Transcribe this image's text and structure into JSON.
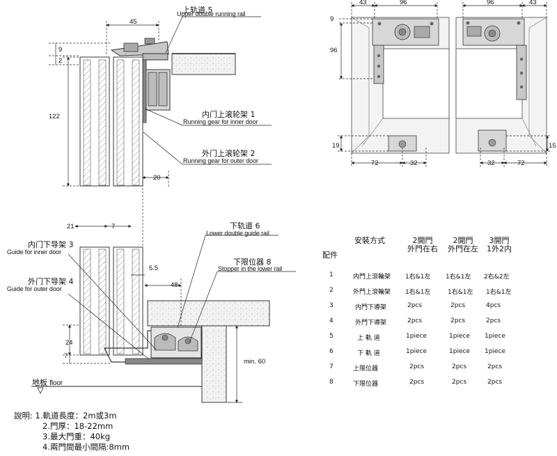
{
  "left_drawing": {
    "labels": [
      {
        "num": "5",
        "cn": "上轨道",
        "en": "Upper double running rail"
      },
      {
        "num": "1",
        "cn": "内门上滚轮架",
        "en": "Running gear for inner door"
      },
      {
        "num": "2",
        "cn": "外门上滚轮架",
        "en": "Running gear for outer door"
      },
      {
        "num": "6",
        "cn": "下轨道",
        "en": "Lower double guide rail"
      },
      {
        "num": "8",
        "cn": "下限位器",
        "en": "Stopper in the lower rail"
      },
      {
        "num": "3",
        "cn": "内门下导架",
        "en": "Guide for inner door"
      },
      {
        "num": "4",
        "cn": "外门下导架",
        "en": "Guide for outer door"
      }
    ],
    "floor_cn": "地板",
    "floor_en": "floor",
    "dims": {
      "d45": "45",
      "d9": "9",
      "d2": "2",
      "d122": "122",
      "d20": "20",
      "d21": "21",
      "d7a": "7",
      "d55": "5.5",
      "d48": "48",
      "d24": "24",
      "d7b": "7",
      "min60": "min. 60"
    }
  },
  "right_drawing": {
    "dims": {
      "top_l1": "43",
      "top_l2": "96",
      "top_r1": "96",
      "top_r2": "43",
      "d9": "9",
      "d96": "96",
      "d19": "19",
      "d15": "15",
      "b_l1": "72",
      "b_l2": "32",
      "b_r1": "32",
      "b_r2": "72"
    }
  },
  "table": {
    "row_label": "配件",
    "col_header": "安裝方式",
    "columns": [
      {
        "line1": "2開門",
        "line2": "外門在右"
      },
      {
        "line1": "2開門",
        "line2": "外門在左"
      },
      {
        "line1": "3開門",
        "line2": "1外2内"
      }
    ],
    "rows": [
      {
        "num": "1",
        "name": "内門上滾輪架",
        "values": [
          "1右&1左",
          "1右&1左",
          "2右&2左"
        ]
      },
      {
        "num": "2",
        "name": "外門上滾輪架",
        "values": [
          "1右&1左",
          "1右&1左",
          "1右&1左"
        ]
      },
      {
        "num": "3",
        "name": "内門下導架",
        "values": [
          "2pcs",
          "2pcs",
          "4pcs"
        ]
      },
      {
        "num": "4",
        "name": "外門下導架",
        "values": [
          "2pcs",
          "2pcs",
          "2pcs"
        ]
      },
      {
        "num": "5",
        "name": "上 軌 道",
        "values": [
          "1piece",
          "1piece",
          "1piece"
        ]
      },
      {
        "num": "6",
        "name": "下 軌 道",
        "values": [
          "1piece",
          "1piece",
          "1piece"
        ]
      },
      {
        "num": "7",
        "name": "上限位器",
        "values": [
          "2pcs",
          "2pcs",
          "2pcs"
        ]
      },
      {
        "num": "8",
        "name": "下限位器",
        "values": [
          "2pcs",
          "2pcs",
          "2pcs"
        ]
      }
    ]
  },
  "notes": {
    "title": "說明:",
    "items": [
      "1.軌道長度：2m或3m",
      "2.門厚：18-22mm",
      "3.最大門重：40kg",
      "4.兩門間最小間隔:8mm"
    ]
  }
}
